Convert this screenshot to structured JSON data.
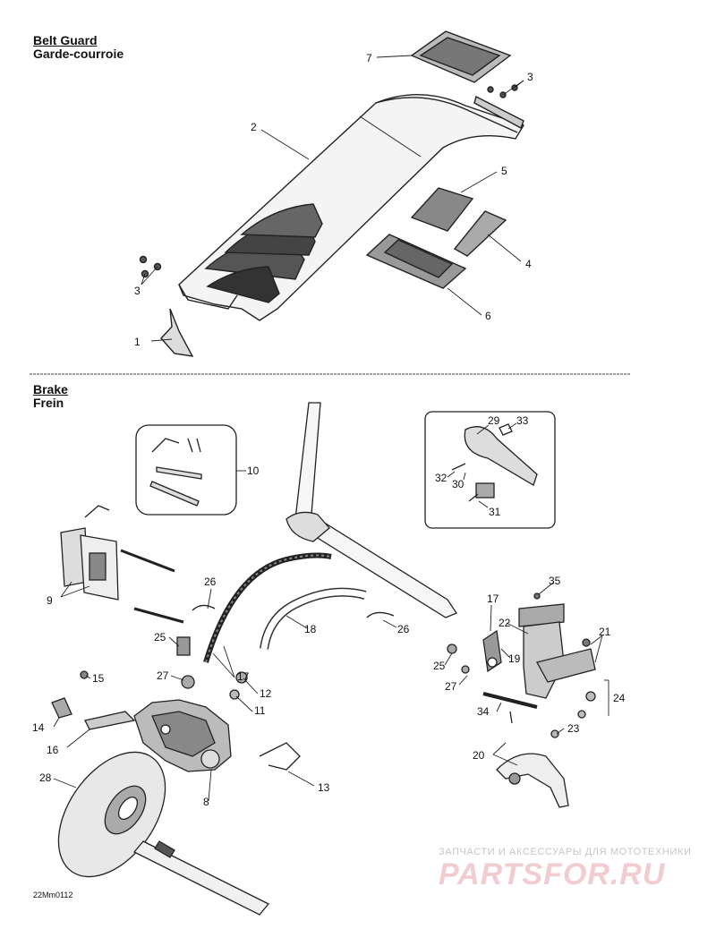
{
  "sections": {
    "belt_guard": {
      "title_en": "Belt Guard",
      "title_fr": "Garde-courroie"
    },
    "brake": {
      "title_en": "Brake",
      "title_fr": "Frein"
    }
  },
  "callouts_belt_guard": [
    "1",
    "2",
    "3",
    "3",
    "4",
    "5",
    "6",
    "7"
  ],
  "callouts_brake": [
    "8",
    "9",
    "10",
    "11",
    "12",
    "13",
    "14",
    "15",
    "16",
    "17",
    "17",
    "18",
    "19",
    "20",
    "21",
    "22",
    "23",
    "24",
    "25",
    "25",
    "26",
    "26",
    "27",
    "27",
    "28",
    "29",
    "30",
    "31",
    "32",
    "33",
    "34",
    "35"
  ],
  "footer": {
    "reference": "22Mm0112"
  },
  "watermark": {
    "tagline": "ЗАПЧАСТИ И АКСЕССУАРЫ ДЛЯ МОТОТЕХНИКИ",
    "logo": "PARTSFOR.RU"
  }
}
